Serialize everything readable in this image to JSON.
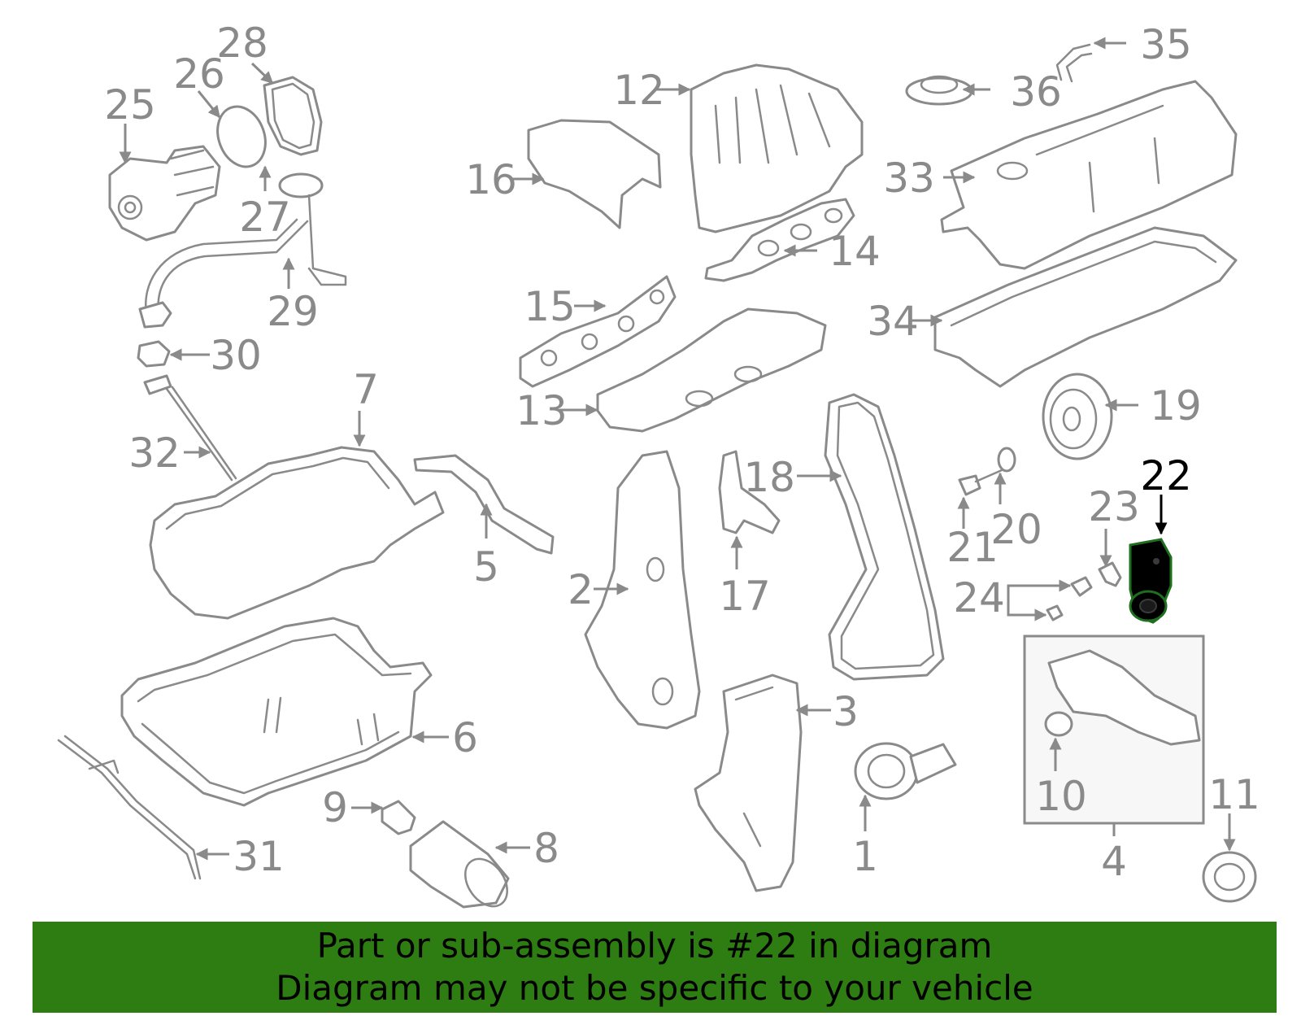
{
  "callouts": [
    {
      "n": "1"
    },
    {
      "n": "2"
    },
    {
      "n": "3"
    },
    {
      "n": "4"
    },
    {
      "n": "5"
    },
    {
      "n": "6"
    },
    {
      "n": "7"
    },
    {
      "n": "8"
    },
    {
      "n": "9"
    },
    {
      "n": "10"
    },
    {
      "n": "11"
    },
    {
      "n": "12"
    },
    {
      "n": "13"
    },
    {
      "n": "14"
    },
    {
      "n": "15"
    },
    {
      "n": "16"
    },
    {
      "n": "17"
    },
    {
      "n": "18"
    },
    {
      "n": "19"
    },
    {
      "n": "20"
    },
    {
      "n": "21"
    },
    {
      "n": "22"
    },
    {
      "n": "23"
    },
    {
      "n": "24"
    },
    {
      "n": "25"
    },
    {
      "n": "26"
    },
    {
      "n": "27"
    },
    {
      "n": "28"
    },
    {
      "n": "29"
    },
    {
      "n": "30"
    },
    {
      "n": "31"
    },
    {
      "n": "32"
    },
    {
      "n": "33"
    },
    {
      "n": "34"
    },
    {
      "n": "35"
    },
    {
      "n": "36"
    }
  ],
  "highlighted_part": "22",
  "colors": {
    "line_art": "#8a8a8a",
    "highlight": "#000000",
    "banner_bg": "#2e7d13",
    "banner_text": "#000000"
  },
  "banner": {
    "line1": "Part or sub-assembly is #22 in diagram",
    "line2": "Diagram may not be specific to your vehicle"
  }
}
